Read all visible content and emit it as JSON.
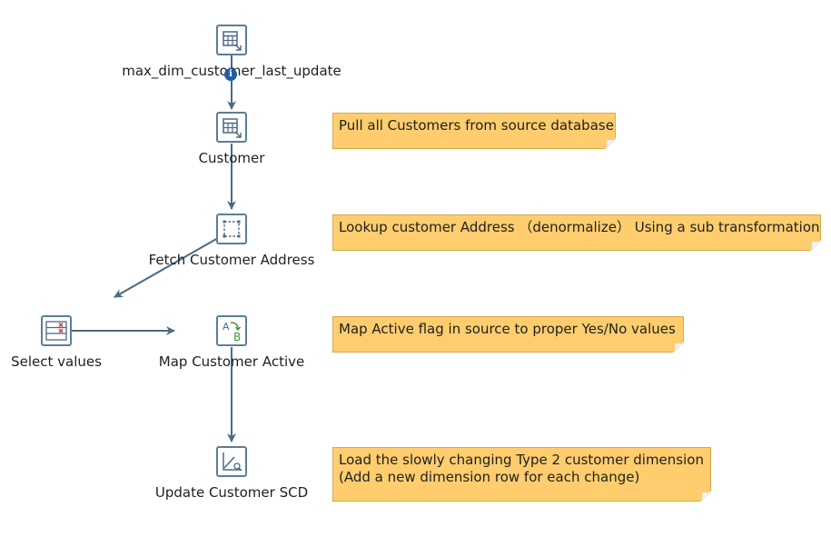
{
  "colors": {
    "hop": "#4b6a85",
    "step_border": "#5b7e98",
    "note_fill": "#ffcd6e",
    "info_badge": "#1f5fa0"
  },
  "steps": {
    "max_dim_customer": {
      "label": "max_dim_customer_last_update",
      "icon": "table-input-icon"
    },
    "customer": {
      "label": "Customer",
      "icon": "table-input-icon"
    },
    "fetch_address": {
      "label": "Fetch Customer Address",
      "icon": "mapping-icon"
    },
    "select_values": {
      "label": "Select values",
      "icon": "select-values-icon"
    },
    "map_active": {
      "label": "Map Customer Active",
      "icon": "value-mapper-icon"
    },
    "update_scd": {
      "label": "Update Customer SCD",
      "icon": "dimension-lookup-icon"
    }
  },
  "hop_info_badge": {
    "symbol": "i",
    "icon": "info-icon"
  },
  "notes": {
    "pull_customers": {
      "lines": [
        "Pull all Customers from source database"
      ]
    },
    "lookup_address": {
      "lines": [
        "Lookup customer Address （denormalize） Using a sub transformation"
      ]
    },
    "map_active_flag": {
      "lines": [
        "Map Active flag in source to proper Yes/No values"
      ]
    },
    "load_scd": {
      "lines": [
        "Load the slowly changing Type 2 customer dimension",
        "(Add a new dimension row for each change)"
      ]
    }
  }
}
